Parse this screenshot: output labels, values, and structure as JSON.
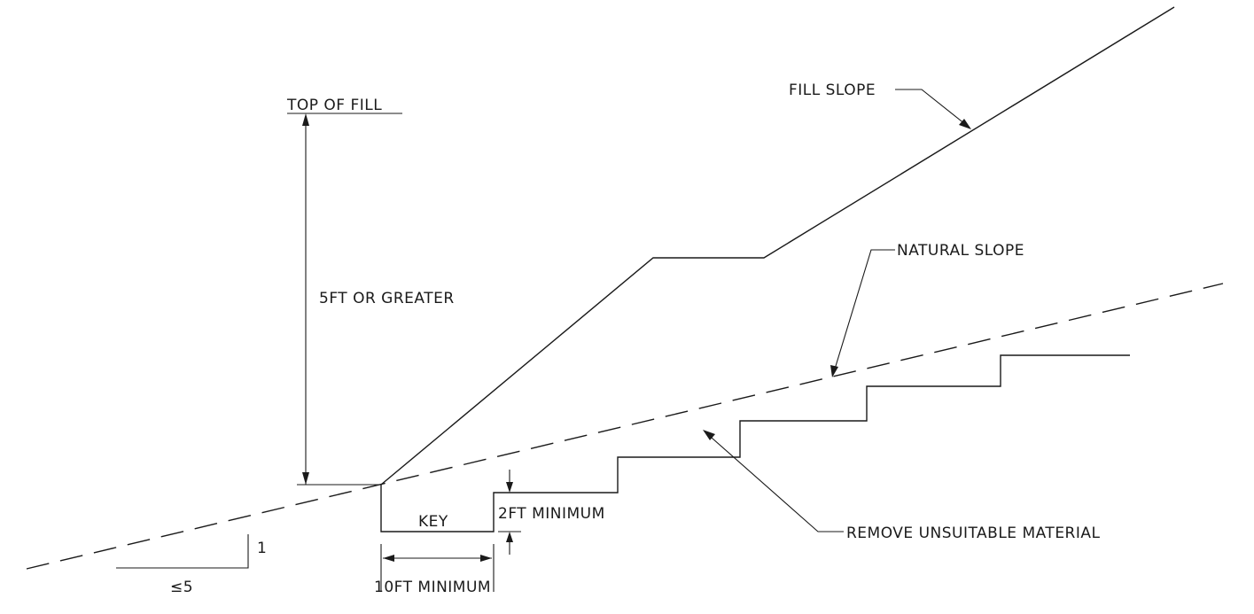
{
  "labels": {
    "top_of_fill": "TOP OF FILL",
    "fill_slope": "FILL SLOPE",
    "natural_slope": "NATURAL SLOPE",
    "height": "5FT OR GREATER",
    "key": "KEY",
    "two_ft": "2FT MINIMUM",
    "ten_ft": "10FT MINIMUM",
    "remove": "REMOVE UNSUITABLE MATERIAL",
    "slope_rise": "1",
    "slope_run": "≤5"
  }
}
